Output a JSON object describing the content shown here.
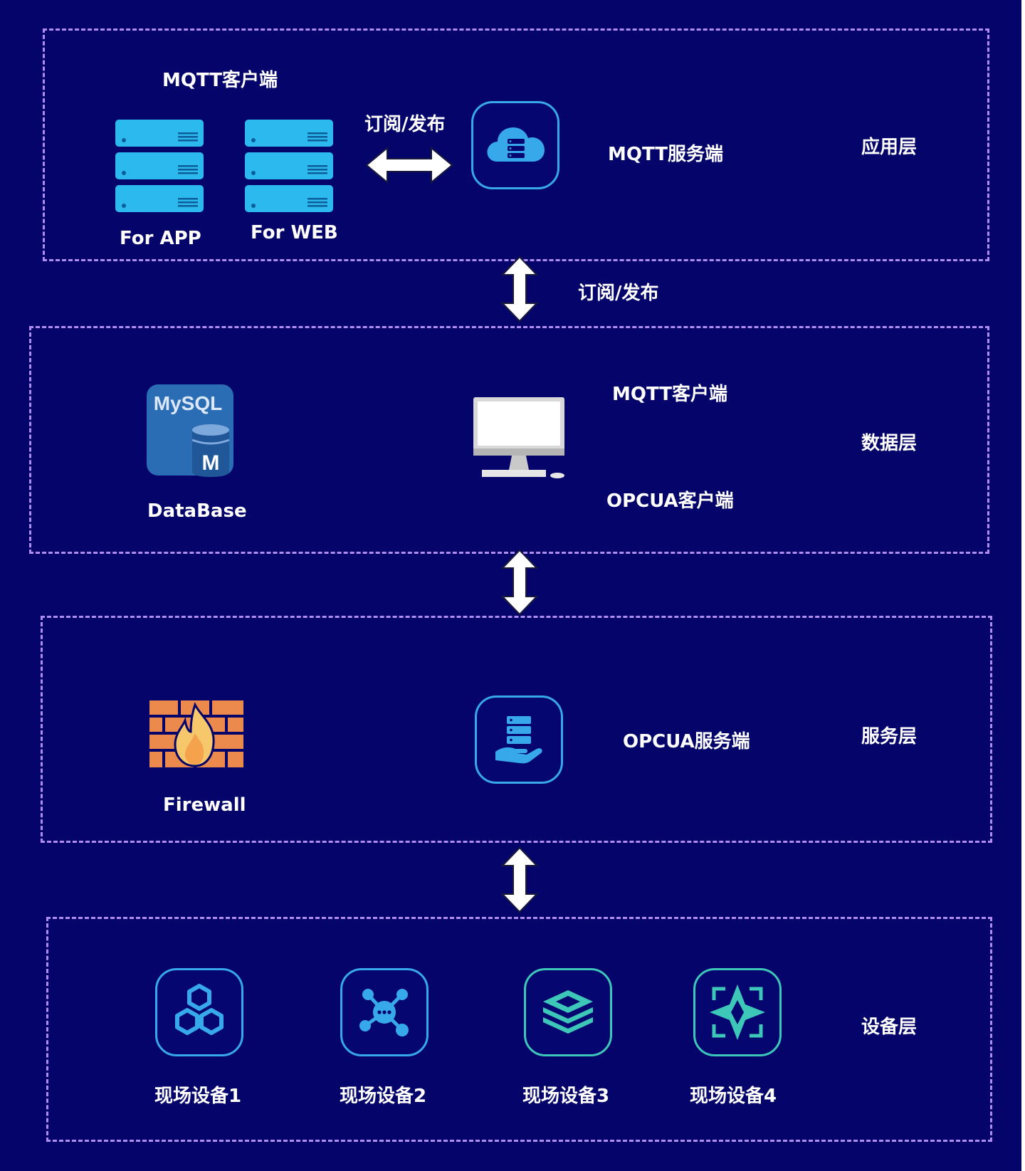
{
  "layers": {
    "application": {
      "name": "应用层",
      "mqtt_client_title": "MQTT客户端",
      "client_app": "For APP",
      "client_web": "For WEB",
      "pubsub_label": "订阅/发布",
      "mqtt_server": "MQTT服务端"
    },
    "data": {
      "name": "数据层",
      "database_label": "DataBase",
      "mysql_logo_text": "MySQL",
      "mqtt_client": "MQTT客户端",
      "opcua_client": "OPCUA客户端"
    },
    "service": {
      "name": "服务层",
      "firewall_label": "Firewall",
      "opcua_server": "OPCUA服务端"
    },
    "device": {
      "name": "设备层",
      "devices": [
        "现场设备1",
        "现场设备2",
        "现场设备3",
        "现场设备4"
      ]
    }
  },
  "connectors": {
    "app_to_data_label": "订阅/发布"
  },
  "colors": {
    "background": "#04046a",
    "dashed_border": "#b08cf0",
    "icon_blue": "#37a8ea",
    "icon_teal": "#3dc7b8",
    "text": "#ffffff"
  }
}
